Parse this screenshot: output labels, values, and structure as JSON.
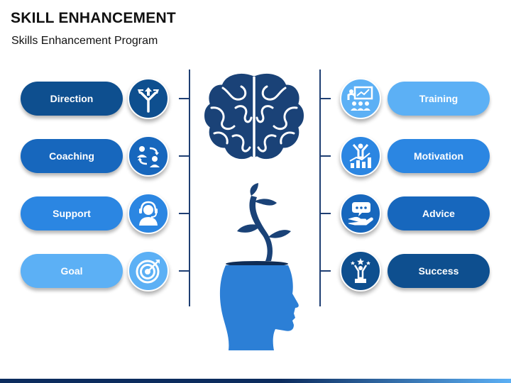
{
  "header": {
    "title": "SKILL ENHANCEMENT",
    "subtitle": "Skills Enhancement Program"
  },
  "left_items": [
    {
      "label": "Direction",
      "icon": "direction-arrows-icon",
      "color": "#0e4f8f"
    },
    {
      "label": "Coaching",
      "icon": "coaching-icon",
      "color": "#1767bd"
    },
    {
      "label": "Support",
      "icon": "headset-support-icon",
      "color": "#2b86e2"
    },
    {
      "label": "Goal",
      "icon": "target-icon",
      "color": "#5cb0f5"
    }
  ],
  "right_items": [
    {
      "label": "Training",
      "icon": "training-presentation-icon",
      "color": "#5cb0f5"
    },
    {
      "label": "Motivation",
      "icon": "motivation-growth-icon",
      "color": "#2b86e2"
    },
    {
      "label": "Advice",
      "icon": "advice-hand-icon",
      "color": "#1767bd"
    },
    {
      "label": "Success",
      "icon": "success-trophy-icon",
      "color": "#0e4f8f"
    }
  ],
  "colors": {
    "connector": "#1f3f73",
    "brain": "#1a4277",
    "head": "#2c7fd6",
    "sprout": "#1a4277",
    "footer_dark": "#0c2c5e",
    "footer_light": "#5cb0f5"
  }
}
